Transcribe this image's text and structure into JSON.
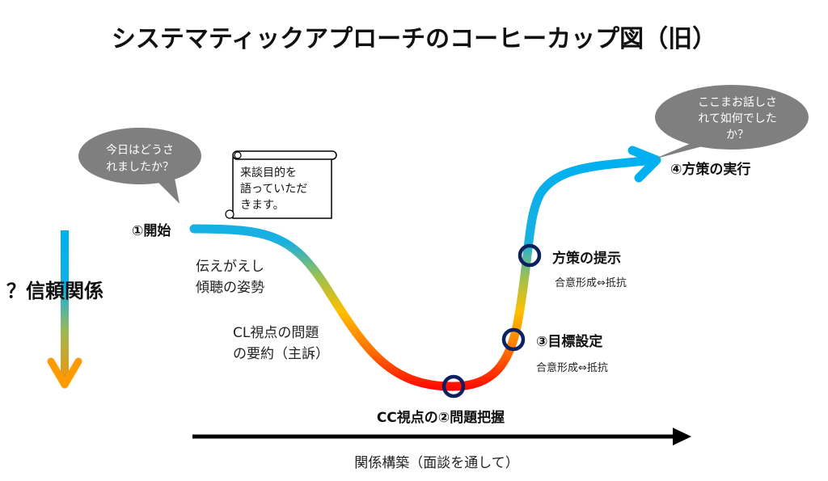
{
  "title": "システマティックアプローチのコーヒーカップ図（旧）",
  "y_axis_label": "？信頼関係",
  "x_axis_label": "関係構築（面談を通して）",
  "bubbles": {
    "start": [
      "今日はどうさ",
      "れましたか？"
    ],
    "end": [
      "ここまお話しさ",
      "れて如何でした",
      "か？"
    ]
  },
  "scroll_note": [
    "来談目的を",
    "語っていただ",
    "きます。"
  ],
  "stages": {
    "start": "①開始",
    "grasp": "CC視点の②問題把握",
    "goal": "③目標設定",
    "plan_present": "方策の提示",
    "execute": "④方策の実行"
  },
  "notes": {
    "listen": [
      "伝えがえし",
      "傾聴の姿勢"
    ],
    "summary": [
      "CL視点の問題",
      "の要約（主訴）"
    ],
    "goal_sub": "合意形成⇔抵抗",
    "plan_sub": "合意形成⇔抵抗"
  },
  "colors": {
    "blue": "#00b0f0",
    "red": "#ff2000",
    "ring": "#0d2060",
    "bubble": "#7f7f7f"
  }
}
